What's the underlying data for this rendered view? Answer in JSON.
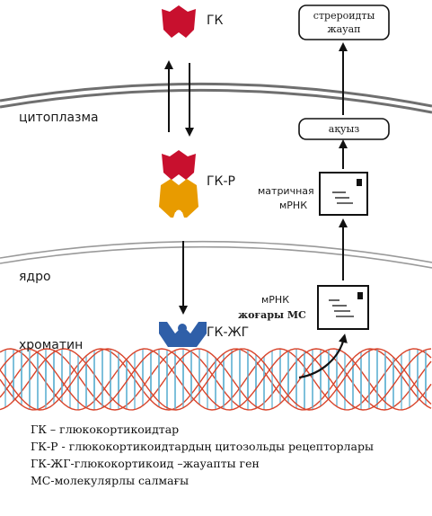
{
  "labels": {
    "gk": "ГК",
    "gk_r": "ГК-Р",
    "gk_zhg": "ГК-ЖГ",
    "cytoplasm": "цитоплазма",
    "nucleus": "ядро",
    "chromatin": "хроматин",
    "matrix_mrna_1": "матричная",
    "matrix_mrna_2": "мРНК",
    "mrna": "мРНК",
    "high_ms": "жоғары МС",
    "protein": "ақуыз",
    "steroid_1": "стрероидты",
    "steroid_2": "жауап"
  },
  "legend": [
    "ГК – глюкокортикоидтар",
    "ГК-Р - глюкокортикоидтардың цитозольды рецепторлары",
    "ГК-ЖГ-глюкокортикоид –жауапты ген",
    "МС-молекулярлы салмағы"
  ],
  "colors": {
    "hormone": "#c8102e",
    "receptor": "#e89b00",
    "gene": "#2f5fa8",
    "dna_red": "#d9442b",
    "dna_blue": "#6bb7d6",
    "membrane": "#777777"
  },
  "icons": {
    "mrna_doc_1": "document-icon",
    "mrna_doc_2": "document-icon"
  }
}
